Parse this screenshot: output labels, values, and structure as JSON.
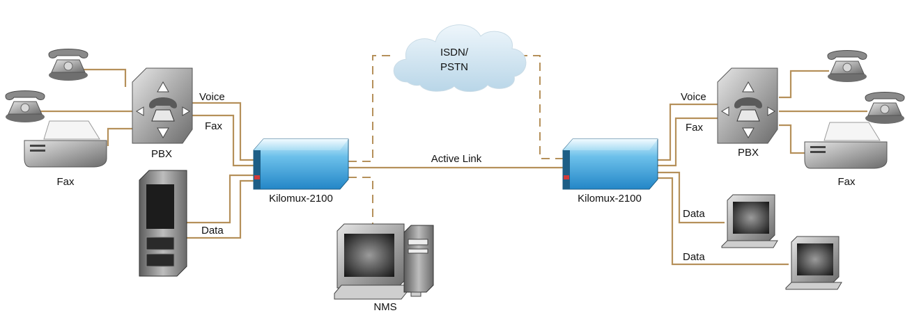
{
  "labels": {
    "cloud": [
      "ISDN/",
      "PSTN"
    ],
    "active_link": "Active Link",
    "left_pbx": "PBX",
    "right_pbx": "PBX",
    "left_fax": "Fax",
    "right_fax": "Fax",
    "left_voice": "Voice",
    "left_fax_line": "Fax",
    "left_data": "Data",
    "right_voice": "Voice",
    "right_fax_line": "Fax",
    "right_data_1": "Data",
    "right_data_2": "Data",
    "left_kilomux": "Kilomux-2100",
    "right_kilomux": "Kilomux-2100",
    "nms": "NMS"
  },
  "colors": {
    "link": "#b5905a",
    "device_blue": "#3aa3dc",
    "device_dark": "#1d5e86",
    "cloud": "#d9eaf4",
    "gray_dark": "#5a5a5a",
    "gray_mid": "#8d8d8d",
    "gray_light": "#d4d4d4"
  }
}
